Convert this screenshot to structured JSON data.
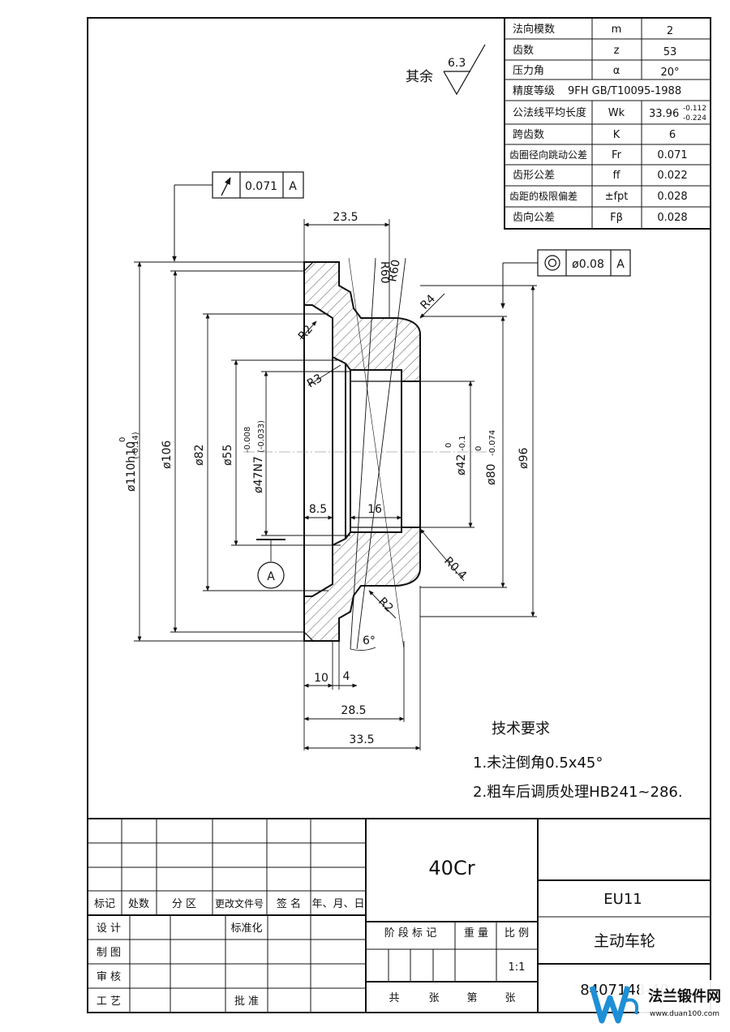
{
  "params": [
    {
      "label": "法向模数",
      "symbol": "m",
      "value": "2"
    },
    {
      "label": "齿数",
      "symbol": "z",
      "value": "53"
    },
    {
      "label": "压力角",
      "symbol": "α",
      "value": "20°"
    },
    {
      "label": "精度等级",
      "symbol": "",
      "value": "9FH GB/T10095-1988"
    },
    {
      "label": "公法线平均长度",
      "symbol": "Wk",
      "value": "33.96",
      "upper": "-0.112",
      "lower": "-0.224"
    },
    {
      "label": "跨齿数",
      "symbol": "K",
      "value": "6"
    },
    {
      "label": "齿圈径向跳动公差",
      "symbol": "Fr",
      "value": "0.071"
    },
    {
      "label": "齿形公差",
      "symbol": "ff",
      "value": "0.022"
    },
    {
      "label": "齿距的极限偏差",
      "symbol": "±fpt",
      "value": "0.028"
    },
    {
      "label": "齿向公差",
      "symbol": "Fβ",
      "value": "0.028"
    }
  ],
  "surface_finish": {
    "label": "其余",
    "value": "6.3"
  },
  "tolerances": {
    "runout": {
      "value": "0.071",
      "datum": "A"
    },
    "concentric": {
      "value": "ø0.08",
      "datum": "A"
    },
    "datum_label": "A"
  },
  "dimensions": {
    "d110": "ø110h10",
    "d110_upper": "0",
    "d110_lower": "(-0.14)",
    "d106": "ø106",
    "d82": "ø82",
    "d55": "ø55",
    "d47": "ø47N7",
    "d47_upper": "-0.008",
    "d47_lower": "(-0.033)",
    "d42": "ø42",
    "d42_upper": "0",
    "d42_lower": "-0.1",
    "d80": "ø80",
    "d80_upper": "0",
    "d80_lower": "-0.074",
    "d96": "ø96",
    "w23_5": "23.5",
    "w8_5": "8.5",
    "w16": "16",
    "w10": "10",
    "w4": "4",
    "w28_5": "28.5",
    "w33_5": "33.5",
    "r60a": "R60",
    "r60b": "R60",
    "r4": "R4",
    "r2a": "R2",
    "r3": "R3",
    "r0_4": "R0.4",
    "r2b": "R2",
    "a6": "6°"
  },
  "notes": {
    "title": "技术要求",
    "items": [
      "1.未注倒角0.5x45°",
      "2.粗车后调质处理HB241~286."
    ]
  },
  "title_block": {
    "material": "40Cr",
    "code": "EU11",
    "name": "主动车轮",
    "number": "8407148-40",
    "rev_headers": [
      "标记",
      "处数",
      "分 区",
      "更改文件号",
      "签 名",
      "年、月、日"
    ],
    "sign_rows": [
      "设 计",
      "制 图",
      "审 核",
      "工 艺"
    ],
    "standardize": "标准化",
    "approve": "批 准",
    "stage_headers": [
      "阶 段 标 记",
      "重 量",
      "比 例"
    ],
    "scale": "1:1",
    "sheet": [
      "共",
      "张",
      "第",
      "张"
    ]
  },
  "watermark": {
    "brand": "法兰锻件网",
    "url": "www.duan100.com"
  }
}
